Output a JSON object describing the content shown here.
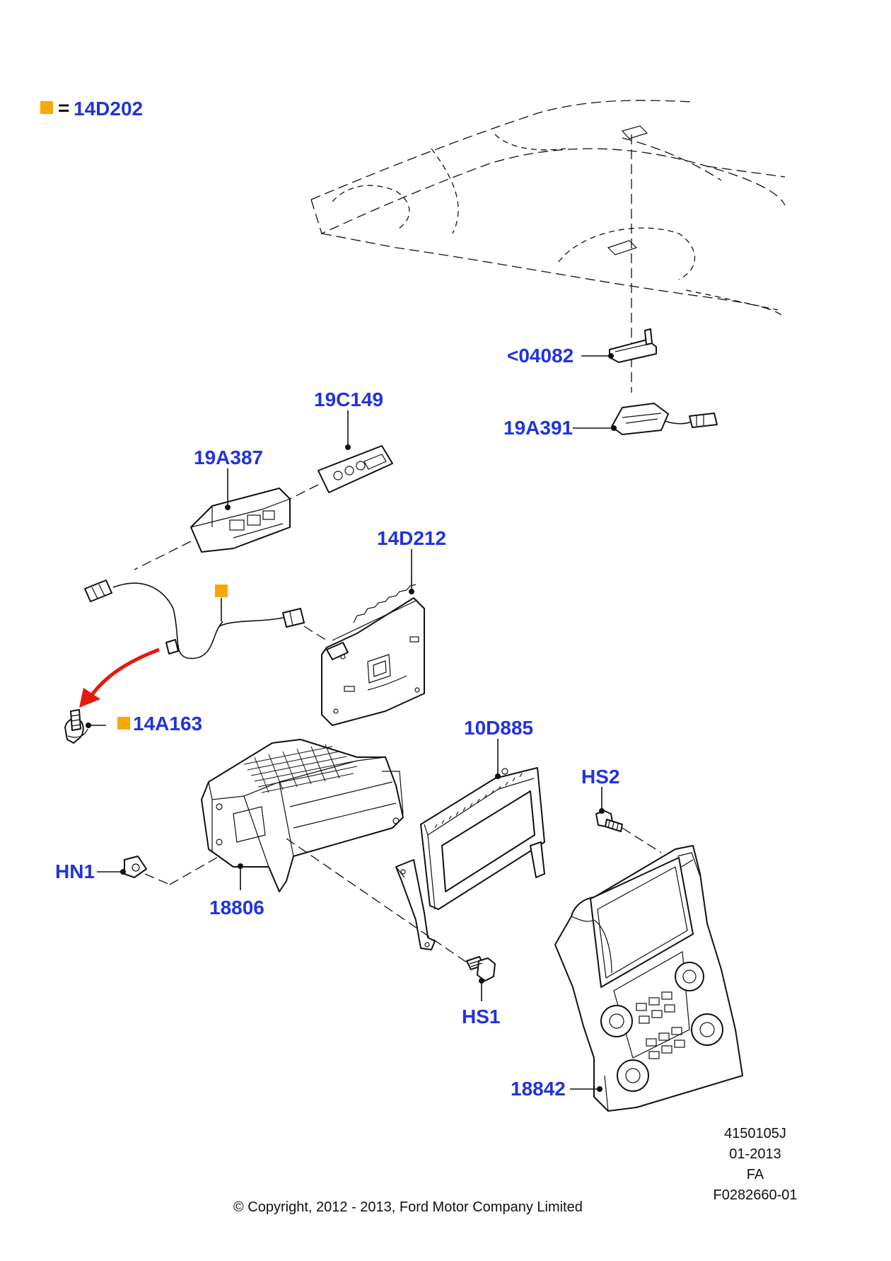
{
  "colors": {
    "label": "#2233dd",
    "marker": "#f5a800",
    "arrow": "#e8180c",
    "line": "#111111"
  },
  "legend": {
    "equals": "=",
    "code": "14D202"
  },
  "parts": {
    "p04082": "<04082",
    "p19A391": "19A391",
    "p19C149": "19C149",
    "p19A387": "19A387",
    "p14D212": "14D212",
    "p14A163": "14A163",
    "p10D885": "10D885",
    "pHS2": "HS2",
    "pHN1": "HN1",
    "p18806": "18806",
    "pHS1": "HS1",
    "p18842": "18842"
  },
  "meta": {
    "line1": "4150105J",
    "line2": "01-2013",
    "line3": "FA",
    "line4": "F0282660-01"
  },
  "copyright": "© Copyright, 2012 - 2013, Ford Motor Company Limited"
}
